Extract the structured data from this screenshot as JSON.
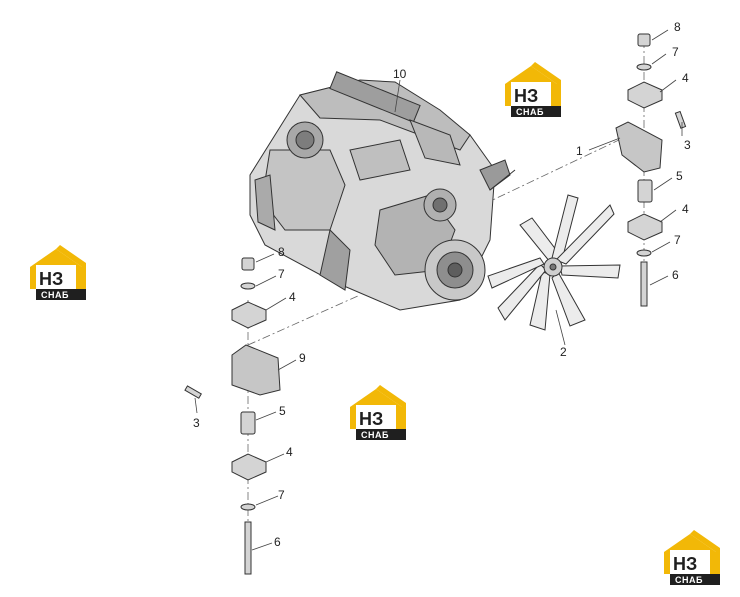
{
  "colors": {
    "logo_yellow": "#f2b807",
    "logo_dark": "#1f1f1f",
    "line": "#444444"
  },
  "logo": {
    "main": "НЗ",
    "sub": "СНАБ"
  },
  "callouts": [
    "10",
    "8",
    "7",
    "4",
    "1",
    "3",
    "5",
    "4",
    "7",
    "6",
    "2",
    "8",
    "7",
    "4",
    "9",
    "3",
    "5",
    "4",
    "7",
    "6"
  ]
}
